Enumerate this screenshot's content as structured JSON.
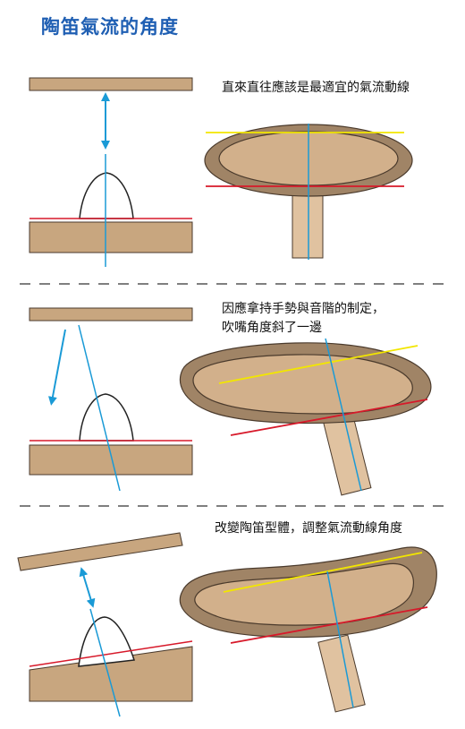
{
  "title": "陶笛氣流的角度",
  "panels": [
    {
      "caption_lines": [
        "直來直往應該是最適宜的氣流動線"
      ]
    },
    {
      "caption_lines": [
        "因應拿持手勢與音階的制定，",
        "吹嘴角度斜了一邊"
      ]
    },
    {
      "caption_lines": [
        "改變陶笛型體，調整氣流動線角度"
      ]
    }
  ],
  "colors": {
    "title": "#1f5fb3",
    "clay_fill": "#c8a67f",
    "clay_dark": "#a08466",
    "outline": "#4a3a2c",
    "airflow": "#1a9ad6",
    "yellow_line": "#f2e600",
    "red_line": "#d7192a",
    "divider": "#333333"
  }
}
